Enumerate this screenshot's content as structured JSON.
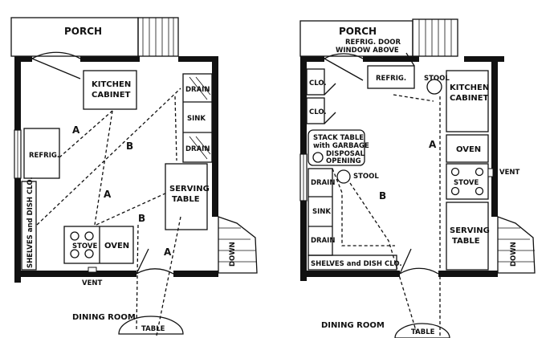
{
  "plans": {
    "left": {
      "porch": "PORCH",
      "kitchen_cabinet_line1": "KITCHEN",
      "kitchen_cabinet_line2": "CABINET",
      "drain_top": "DRAIN",
      "sink": "SINK",
      "drain_bottom": "DRAIN",
      "refrig": "REFRIG.",
      "serving_table_line1": "SERVING",
      "serving_table_line2": "TABLE",
      "stove": "STOVE",
      "oven": "OVEN",
      "shelves": "SHELVES and DISH CLO.",
      "down": "DOWN",
      "vent": "VENT",
      "dining_room": "DINING ROOM",
      "table": "TABLE",
      "path_labels": [
        "A",
        "B",
        "A",
        "B",
        "A"
      ]
    },
    "right": {
      "porch": "PORCH",
      "refrig_door_line1": "REFRIG. DOOR",
      "refrig_door_line2": "WINDOW ABOVE",
      "refrig": "REFRIG.",
      "stool_top": "STOOL",
      "clo_top": "CLO.",
      "clo_bottom": "CLO.",
      "kitchen_cabinet_line1": "KITCHEN",
      "kitchen_cabinet_line2": "CABINET",
      "stack_table_line1": "STACK TABLE",
      "stack_table_line2": "with GARBAGE",
      "stack_table_line3": "DISPOSAL",
      "stack_table_line4": "OPENING",
      "stool_mid": "STOOL",
      "oven": "OVEN",
      "vent": "VENT",
      "drain_top": "DRAIN",
      "stove": "STOVE",
      "sink": "SINK",
      "serving_table_line1": "SERVING",
      "serving_table_line2": "TABLE",
      "drain_bottom": "DRAIN",
      "shelves": "SHELVES and DISH CLO.",
      "down": "DOWN",
      "dining_room": "DINING ROOM",
      "table": "TABLE",
      "path_labels": [
        "A",
        "B"
      ]
    }
  }
}
